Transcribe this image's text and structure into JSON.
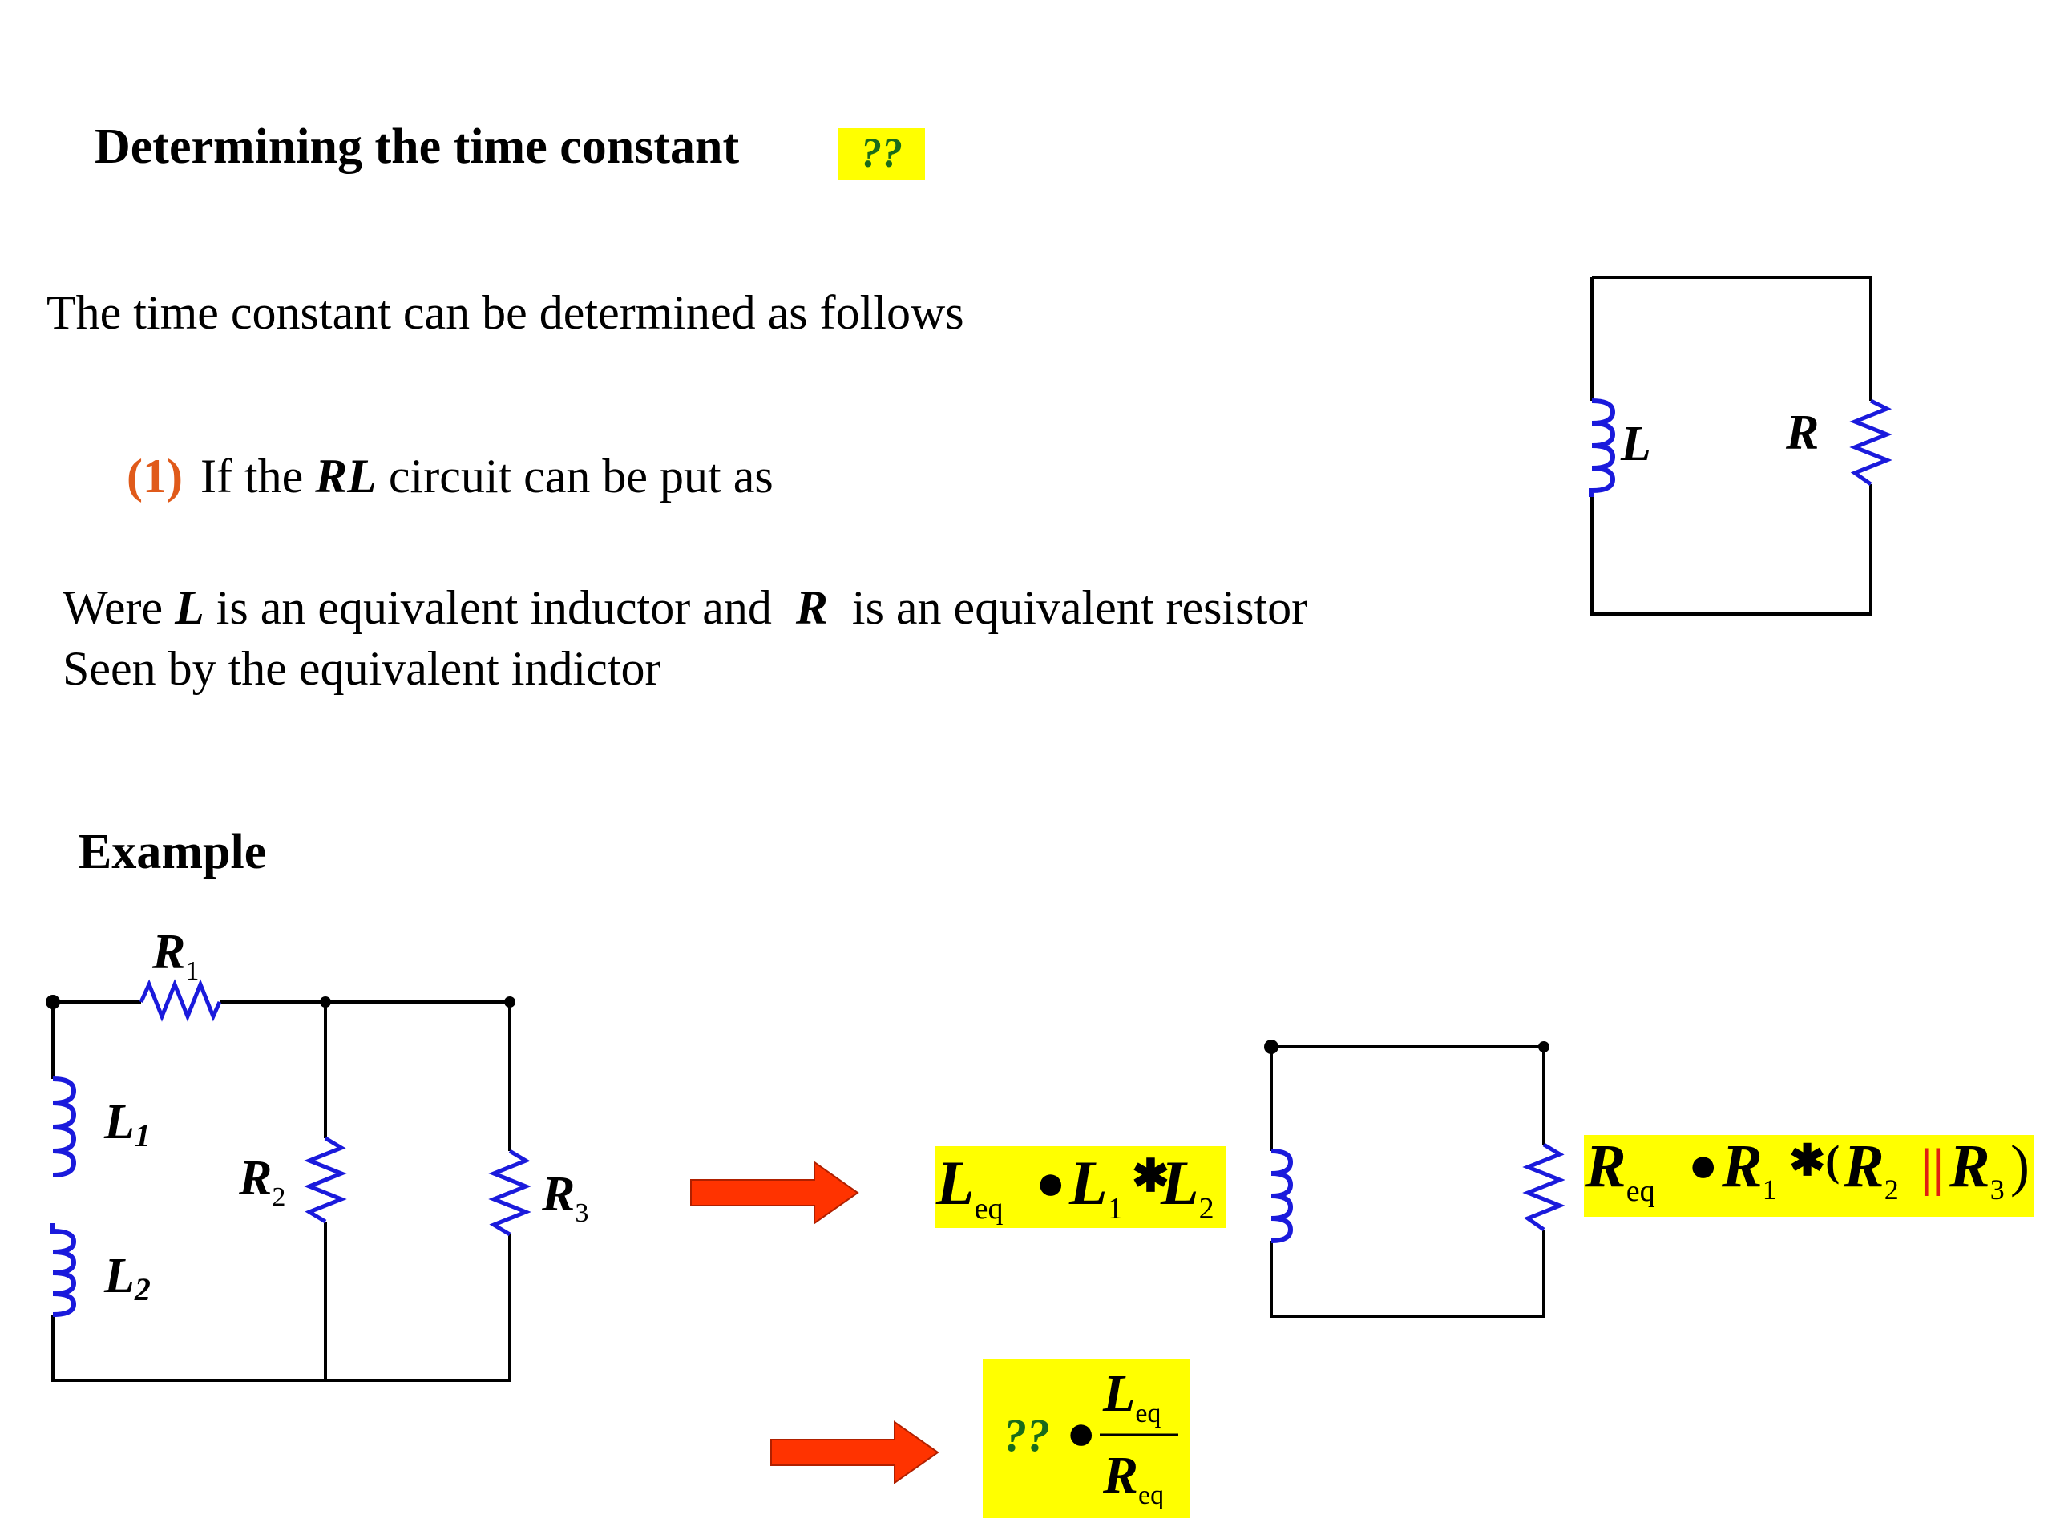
{
  "title": "Determining the  time constant",
  "title_badge": "??",
  "intro": "The time constant can be determined as follows",
  "step1": {
    "number": "(1)",
    "pre": "If the",
    "rl": "RL",
    "post": "circuit can be put as"
  },
  "explanation": {
    "were": "Were",
    "L": "L",
    "mid": "is an equivalent inductor and",
    "R": "R",
    "end": "is an equivalent resistor",
    "line2": "Seen by the equivalent indictor"
  },
  "example_label": "Example",
  "circuit_simple": {
    "inductor_label": "L",
    "resistor_label": "R"
  },
  "circuit_example": {
    "R1": "R",
    "R1_sub": "1",
    "L1": "L",
    "L1_sub": "1",
    "L2": "L",
    "L2_sub": "2",
    "R2": "R",
    "R2_sub": "2",
    "R3": "R",
    "R3_sub": "3"
  },
  "formula_leq": {
    "lhs": "L",
    "lhs_sub": "eq",
    "op": "●",
    "t1": "L",
    "t1_sub": "1",
    "garble": "✱",
    "t2": "L",
    "t2_sub": "2"
  },
  "formula_req": {
    "lhs": "R",
    "lhs_sub": "eq",
    "op": "●",
    "t1": "R",
    "t1_sub": "1",
    "garble": "✱(",
    "t2": "R",
    "t2_sub": "2",
    "par": "||",
    "t3": "R",
    "t3_sub": "3",
    "close": ")"
  },
  "formula_tau": {
    "badge": "??",
    "op": "●",
    "num": "L",
    "num_sub": "eq",
    "den": "R",
    "den_sub": "eq"
  },
  "colors": {
    "wire": "#000000",
    "component": "#1a1adc",
    "arrow": "#ff3300",
    "highlight": "#ffff00",
    "step_number": "#e05a1a"
  }
}
